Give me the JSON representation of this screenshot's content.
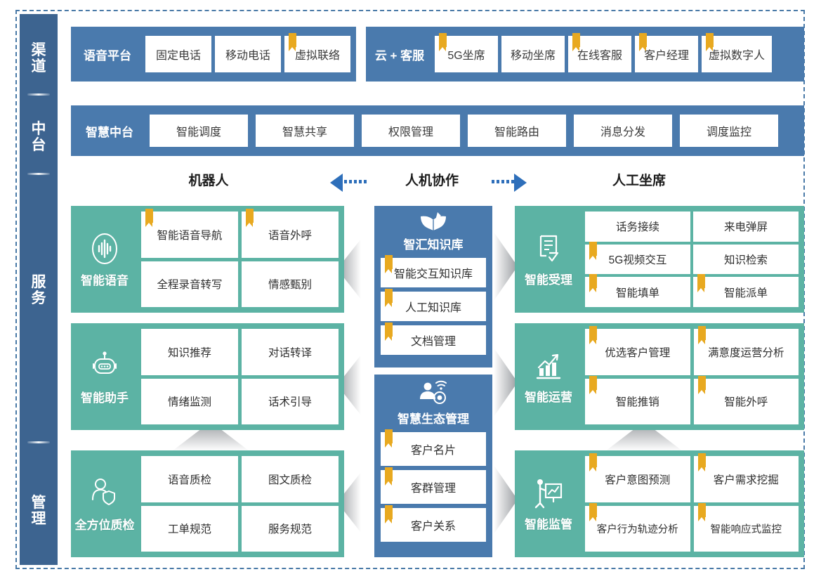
{
  "colors": {
    "blue": "#4a7aad",
    "rail_blue": "#3d6490",
    "teal": "#5cb3a4",
    "ribbon_gold": "#e8a920",
    "arrow_blue": "#2e6fba",
    "frame_dash": "#4a7aa7"
  },
  "rail": {
    "items": [
      {
        "name": "channel",
        "chars": [
          "渠",
          "道"
        ]
      },
      {
        "name": "mid-platform",
        "chars": [
          "中",
          "台"
        ]
      },
      {
        "name": "service",
        "chars": [
          "服",
          "务"
        ]
      },
      {
        "name": "management",
        "chars": [
          "管",
          "理"
        ]
      }
    ]
  },
  "channel_row": {
    "groups": [
      {
        "title": "语音平台",
        "chips": [
          {
            "label": "固定电话",
            "ribbon": false
          },
          {
            "label": "移动电话",
            "ribbon": false
          },
          {
            "label": "虚拟联络",
            "ribbon": true
          }
        ]
      },
      {
        "title": "云 + 客服",
        "chips": [
          {
            "label": "5G坐席",
            "ribbon": true
          },
          {
            "label": "移动坐席",
            "ribbon": false
          },
          {
            "label": "在线客服",
            "ribbon": true
          },
          {
            "label": "客户经理",
            "ribbon": true
          },
          {
            "label": "虚拟数字人",
            "ribbon": true
          }
        ]
      }
    ]
  },
  "midplatform_row": {
    "title": "智慧中台",
    "chips": [
      {
        "label": "智能调度"
      },
      {
        "label": "智慧共享"
      },
      {
        "label": "权限管理"
      },
      {
        "label": "智能路由"
      },
      {
        "label": "消息分发"
      },
      {
        "label": "调度监控"
      }
    ]
  },
  "column_headers": {
    "left": "机器人",
    "center": "人机协作",
    "right": "人工坐席"
  },
  "left_groups": [
    {
      "name": "智能语音",
      "icon": "voice-wave-icon",
      "rows": 2,
      "cells": [
        {
          "label": "智能语音导航",
          "ribbon": true
        },
        {
          "label": "语音外呼",
          "ribbon": true
        },
        {
          "label": "全程录音转写",
          "ribbon": false
        },
        {
          "label": "情感甄别",
          "ribbon": false
        }
      ]
    },
    {
      "name": "智能助手",
      "icon": "robot-icon",
      "rows": 2,
      "cells": [
        {
          "label": "知识推荐",
          "ribbon": false
        },
        {
          "label": "对话转译",
          "ribbon": false
        },
        {
          "label": "情绪监测",
          "ribbon": false
        },
        {
          "label": "话术引导",
          "ribbon": false
        }
      ]
    },
    {
      "name": "全方位质检",
      "icon": "person-shield-icon",
      "rows": 2,
      "cells": [
        {
          "label": "语音质检",
          "ribbon": false
        },
        {
          "label": "图文质检",
          "ribbon": false
        },
        {
          "label": "工单规范",
          "ribbon": false
        },
        {
          "label": "服务规范",
          "ribbon": false
        }
      ]
    }
  ],
  "center_panels": [
    {
      "title": "智汇知识库",
      "icon": "open-book-icon",
      "items": [
        {
          "label": "智能交互知识库",
          "ribbon": true
        },
        {
          "label": "人工知识库",
          "ribbon": true
        },
        {
          "label": "文档管理",
          "ribbon": true
        }
      ]
    },
    {
      "title": "智慧生态管理",
      "icon": "person-network-icon",
      "items": [
        {
          "label": "客户名片",
          "ribbon": true
        },
        {
          "label": "客群管理",
          "ribbon": true
        },
        {
          "label": "客户关系",
          "ribbon": true
        }
      ]
    }
  ],
  "right_groups": [
    {
      "name": "智能受理",
      "icon": "document-check-icon",
      "rows": 3,
      "cells": [
        {
          "label": "话务接续",
          "ribbon": false
        },
        {
          "label": "来电弹屏",
          "ribbon": false
        },
        {
          "label": "5G视频交互",
          "ribbon": true
        },
        {
          "label": "知识检索",
          "ribbon": false
        },
        {
          "label": "智能填单",
          "ribbon": true
        },
        {
          "label": "智能派单",
          "ribbon": true
        }
      ]
    },
    {
      "name": "智能运营",
      "icon": "chart-up-icon",
      "rows": 2,
      "cells": [
        {
          "label": "优选客户管理",
          "ribbon": true
        },
        {
          "label": "满意度运营分析",
          "ribbon": true
        },
        {
          "label": "智能推销",
          "ribbon": true
        },
        {
          "label": "智能外呼",
          "ribbon": true
        }
      ]
    },
    {
      "name": "智能监管",
      "icon": "presenter-board-icon",
      "rows": 2,
      "cells": [
        {
          "label": "客户意图预测",
          "ribbon": true
        },
        {
          "label": "客户需求挖掘",
          "ribbon": true
        },
        {
          "label": "客户行为轨迹分析",
          "ribbon": true
        },
        {
          "label": "智能响应式监控",
          "ribbon": true
        }
      ]
    }
  ]
}
